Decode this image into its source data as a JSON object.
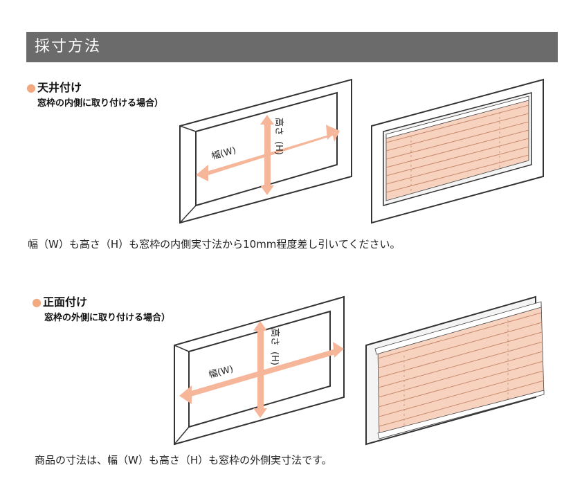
{
  "header": {
    "title": "採寸方法"
  },
  "section1": {
    "title": "天井付け",
    "subtitle": "窓枠の内側に取り付ける場合）",
    "width_label": "幅(W)",
    "height_label_top": "高さ",
    "height_label_bottom": "(H)",
    "description": "幅（W）も高さ（H）も窓枠の内側実寸法から10mm程度差し引いてください。"
  },
  "section2": {
    "title": "正面付け",
    "subtitle": "窓枠の外側に取り付ける場合）",
    "width_label": "幅(W)",
    "height_label_top": "高さ",
    "height_label_bottom": "(H)",
    "description": "商品の寸法は、幅（W）も高さ（H）も窓枠の外側実寸法です。"
  },
  "colors": {
    "header_bg": "#6b6b6b",
    "accent": "#f2a97f",
    "arrow": "#f6b69a",
    "blind": "#f7d2bf",
    "frame_stroke": "#333333"
  }
}
